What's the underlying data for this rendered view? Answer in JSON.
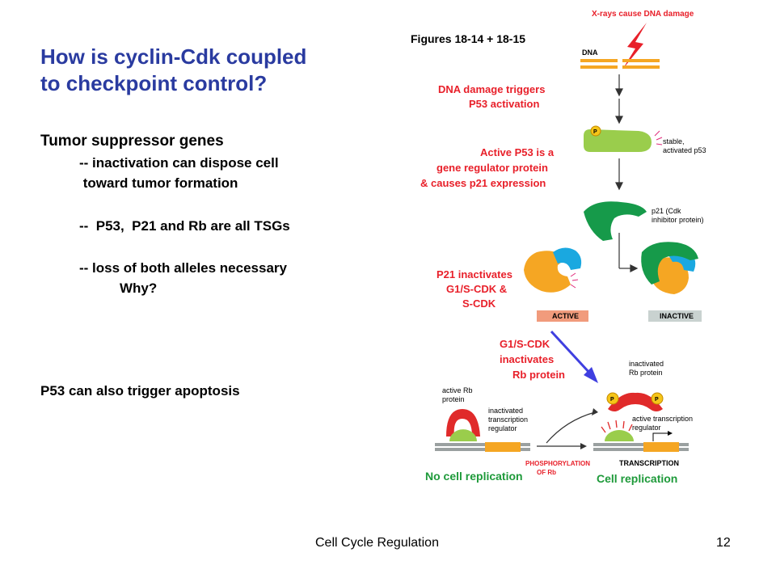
{
  "slide": {
    "title_line1": "How is cyclin-Cdk coupled",
    "title_line2": "to checkpoint control?",
    "figures_ref": "Figures 18-14 + 18-15",
    "body": {
      "heading": "Tumor suppressor genes",
      "line1": "-- inactivation can dispose cell",
      "line2": " toward tumor formation",
      "line3": "--  P53,  P21 and Rb are all TSGs",
      "line4": "-- loss of both alleles necessary",
      "line5": "Why?",
      "line6": "P53 can also trigger apoptosis"
    },
    "footer": {
      "title": "Cell Cycle Regulation",
      "page": "12"
    }
  },
  "figure": {
    "xray_label": "X-rays cause DNA damage",
    "dna_label": "DNA",
    "p53_activation_line1": "DNA damage triggers",
    "p53_activation_line2": "P53 activation",
    "stable_line1": "stable,",
    "stable_line2": "activated p53",
    "active_p53_line1": "Active P53 is a",
    "active_p53_line2": "gene regulator protein",
    "active_p53_line3": "& causes p21 expression",
    "p21_label_line1": "p21 (Cdk",
    "p21_label_line2": "inhibitor protein)",
    "p21_inact_line1": "P21 inactivates",
    "p21_inact_line2": "G1/S-CDK &",
    "p21_inact_line3": "S-CDK",
    "active_box": "ACTIVE",
    "inactive_box": "INACTIVE",
    "g1s_line1": "G1/S-CDK",
    "g1s_line2": "inactivates",
    "g1s_line3": "Rb protein",
    "active_rb_line1": "active Rb",
    "active_rb_line2": "protein",
    "inact_tr_line1": "inactivated",
    "inact_tr_line2": "transcription",
    "inact_tr_line3": "regulator",
    "inact_rb_line1": "inactivated",
    "inact_rb_line2": "Rb protein",
    "active_tr_line1": "active transcription",
    "active_tr_line2": "regulator",
    "phos_line1": "PHOSPHORYLATION",
    "phos_line2": "OF Rb",
    "transcription": "TRANSCRIPTION",
    "no_replication": "No cell replication",
    "replication": "Cell replication",
    "p_marker": "P",
    "colors": {
      "red_text": "#e8202a",
      "blue_title": "#2a3ba0",
      "green_text": "#1e9a3a",
      "dna_orange": "#f5a623",
      "p53_green": "#9acd4c",
      "p21_green": "#169a4a",
      "cdk_blue": "#1aa8e0",
      "cyclin_orange": "#f5a623",
      "arrow_blue": "#3f3fe0",
      "rb_red": "#e02a2a"
    }
  }
}
